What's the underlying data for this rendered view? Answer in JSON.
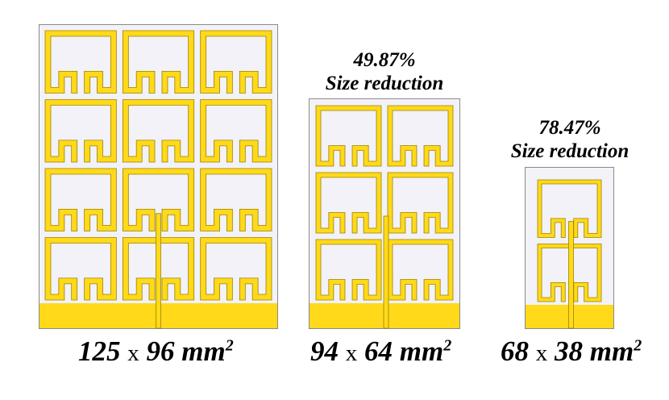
{
  "colors": {
    "substrate": "#f2f2f8",
    "substrate_border": "#8a8a8a",
    "copper": "#ffd91a",
    "copper_outline": "#9a8200",
    "ground": "#ffd91a"
  },
  "antennas": [
    {
      "label": {
        "w": "125",
        "times": "x",
        "h": "96",
        "unit": "mm",
        "exp": "2"
      },
      "reduction": null,
      "grid": {
        "rows": 4,
        "cols": 3
      }
    },
    {
      "label": {
        "w": "94",
        "times": "x",
        "h": "64",
        "unit": "mm",
        "exp": "2"
      },
      "reduction": {
        "percent": "49.87%",
        "text": "Size reduction"
      },
      "grid": {
        "rows": 3,
        "cols": 2
      }
    },
    {
      "label": {
        "w": "68",
        "times": "x",
        "h": "38",
        "unit": "mm",
        "exp": "2"
      },
      "reduction": {
        "percent": "78.47%",
        "text": "Size reduction"
      },
      "grid": {
        "rows": 2,
        "cols": 1
      }
    }
  ]
}
